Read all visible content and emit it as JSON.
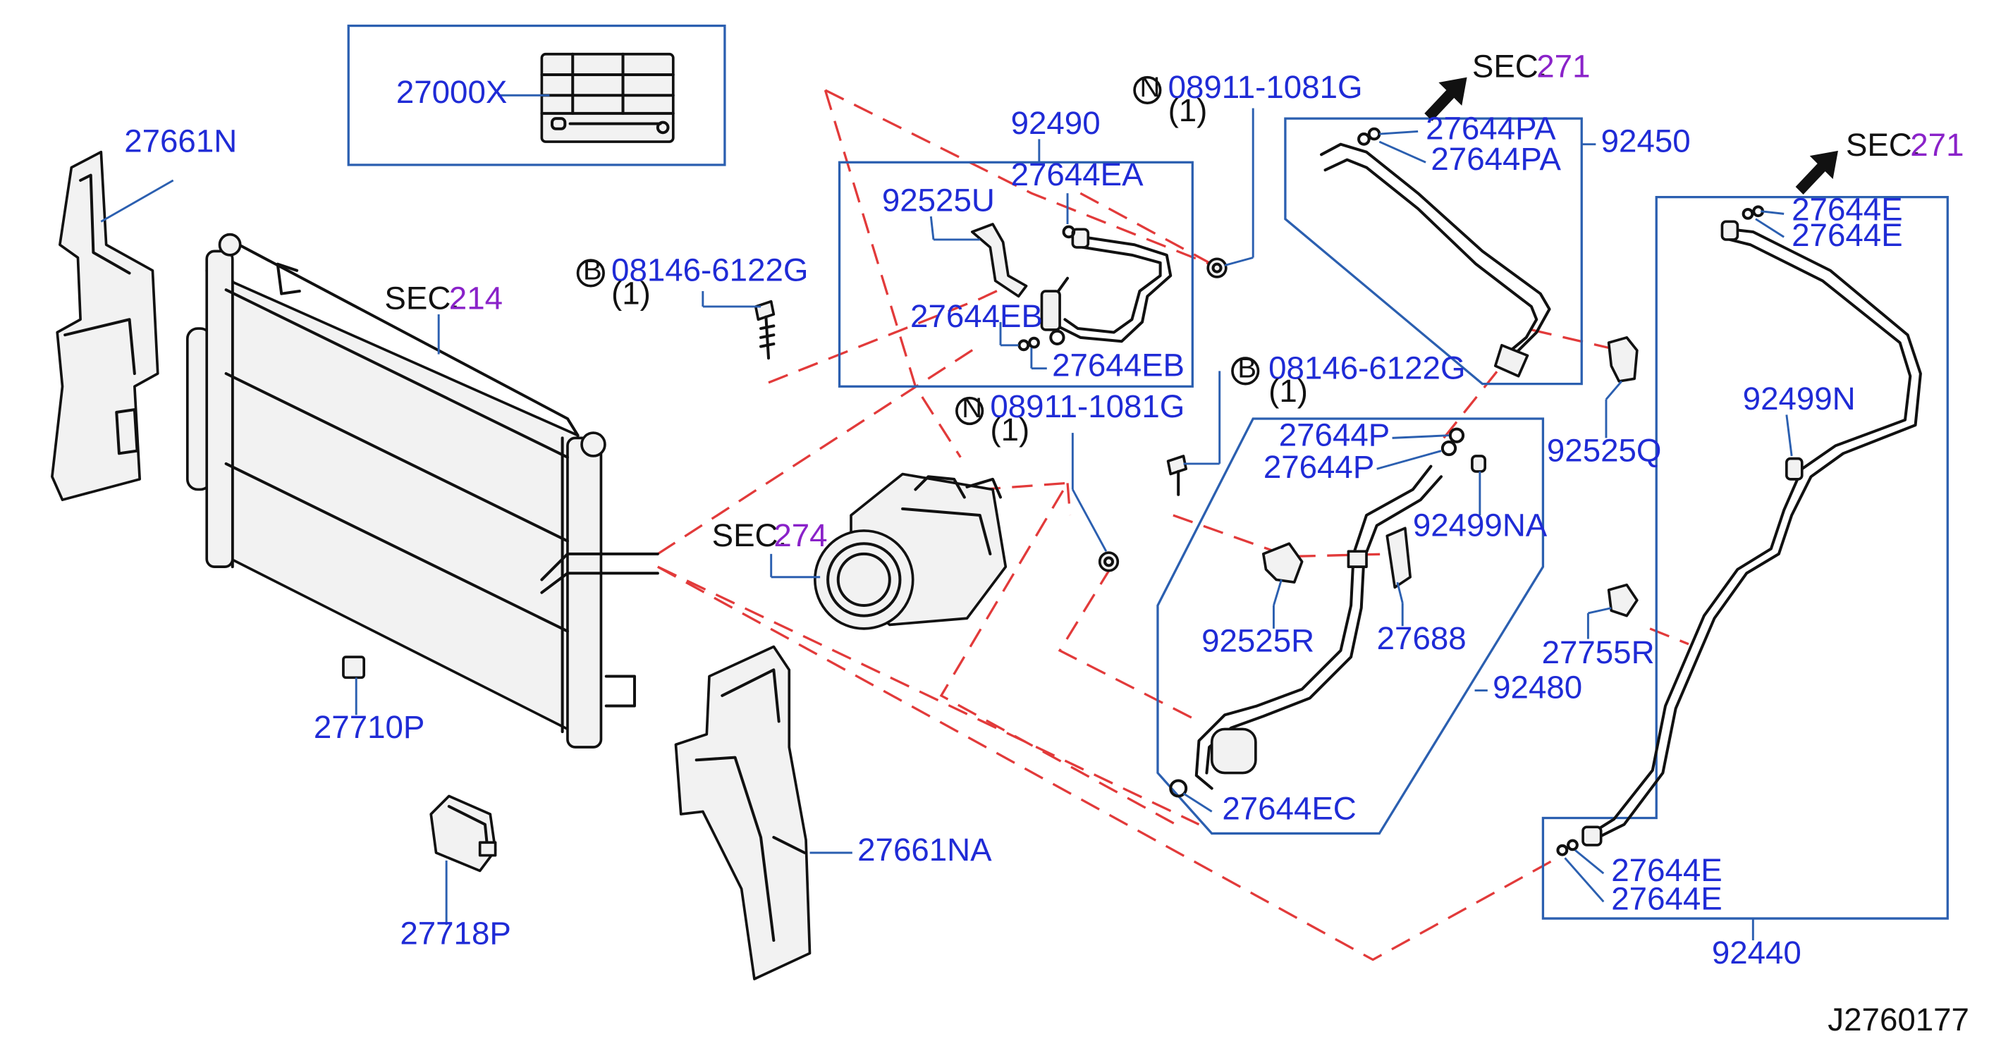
{
  "diagram_id": "J2760177",
  "sec": {
    "prefix": "SEC.",
    "sec_214": "214",
    "sec_274": "274",
    "sec_271_a": "271",
    "sec_271_b": "271"
  },
  "fasteners": {
    "bolt_a": {
      "badge": "B",
      "part": "08146-6122G",
      "qty": "(1)"
    },
    "bolt_b": {
      "badge": "B",
      "part": "08146-6122G",
      "qty": "(1)"
    },
    "nut_a": {
      "badge": "N",
      "part": "08911-1081G",
      "qty": "(1)"
    },
    "nut_b": {
      "badge": "N",
      "part": "08911-1081G",
      "qty": "(1)"
    }
  },
  "parts": {
    "p27000X": "27000X",
    "p27661N": "27661N",
    "p27661NA": "27661NA",
    "p27710P": "27710P",
    "p27718P": "27718P",
    "p92490": "92490",
    "p27644EA": "27644EA",
    "p92525U": "92525U",
    "p27644EB_1": "27644EB",
    "p27644EB_2": "27644EB",
    "p92450": "92450",
    "p27644PA_1": "27644PA",
    "p27644PA_2": "27644PA",
    "p92525Q": "92525Q",
    "p27644P_1": "27644P",
    "p27644P_2": "27644P",
    "p92499NA": "92499NA",
    "p92525R": "92525R",
    "p27688": "27688",
    "p92480": "92480",
    "p27644EC": "27644EC",
    "p27644E_1": "27644E",
    "p27644E_2": "27644E",
    "p27644E_3": "27644E",
    "p27644E_4": "27644E",
    "p92499N": "92499N",
    "p27755R": "27755R",
    "p92440": "92440"
  },
  "colors": {
    "label_blue": "#1f2bd6",
    "section_purple": "#8a22c9",
    "leader_blue": "#2b5fb0",
    "dashed_red": "#e23a3a",
    "line_black": "#111111"
  },
  "icons": [
    "arrow-up-right-icon",
    "badge-b-icon",
    "badge-n-icon"
  ]
}
